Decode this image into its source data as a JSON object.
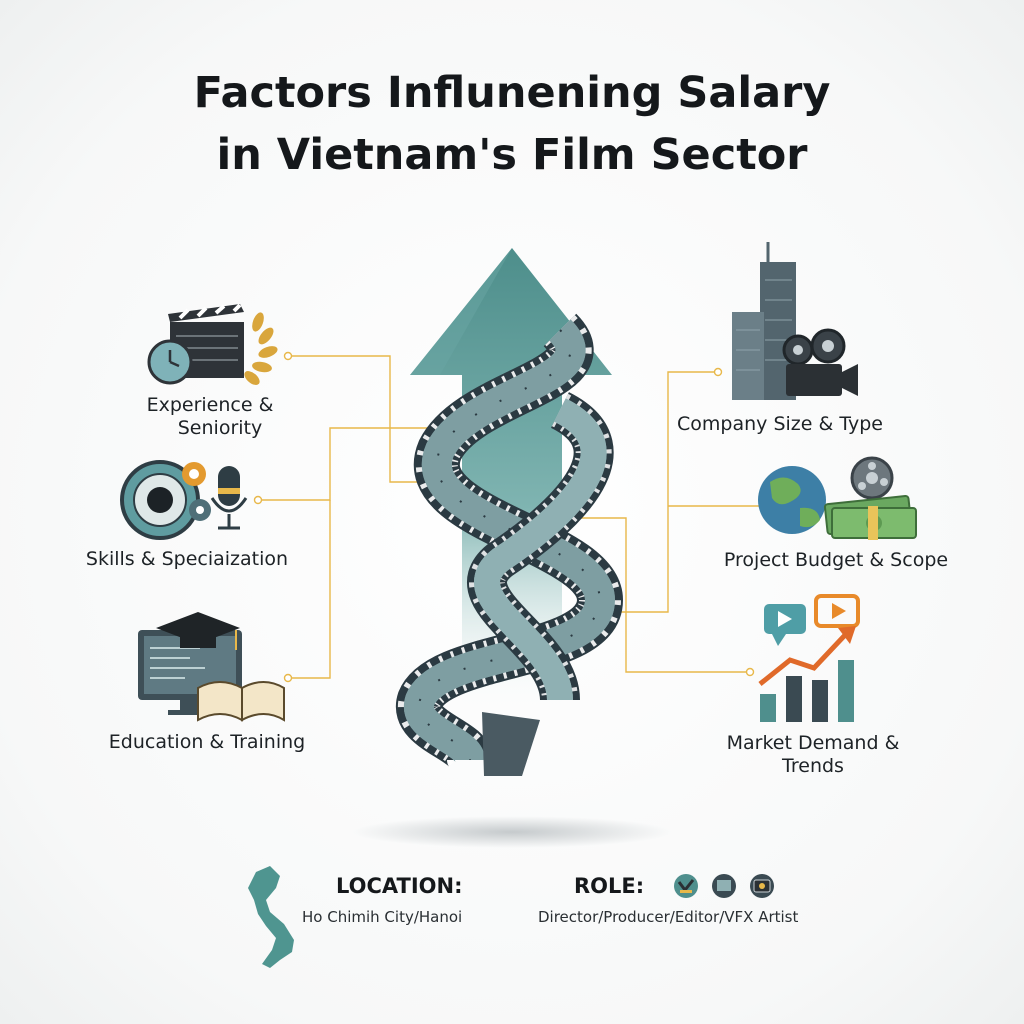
{
  "title": {
    "line1": "Factors Influnening Salary",
    "line2": "in Vietnam's Film Sector"
  },
  "factors": {
    "experience": {
      "line1": "Experience &",
      "line2": "Seniority",
      "icon": "clapperboard-clock-laurel-icon"
    },
    "skills": {
      "label": "Skills & Speciaization",
      "icon": "camera-lens-gear-microphone-icon"
    },
    "education": {
      "label": "Education & Training",
      "icon": "monitor-graduation-cap-book-icon"
    },
    "company": {
      "label": "Company Size & Type",
      "icon": "skyscrapers-film-camera-icon"
    },
    "budget": {
      "label": "Project Budget & Scope",
      "icon": "globe-money-film-reel-icon"
    },
    "market": {
      "line1": "Market Demand &",
      "line2": "Trends",
      "icon": "video-bubbles-bar-chart-icon"
    }
  },
  "footer": {
    "location": {
      "heading": "LOCATION:",
      "value": "Ho Chimih City/Hanoi",
      "icon": "vietnam-map-icon"
    },
    "role": {
      "heading": "ROLE:",
      "value": "Director/Producer/Editor/VFX Artist",
      "icon": "role-badges-icon"
    }
  },
  "colors": {
    "teal": "#4e8e8c",
    "dark_slate": "#3a4a52",
    "connector_gold": "#e8b84a",
    "accent_orange": "#e88a2a"
  }
}
